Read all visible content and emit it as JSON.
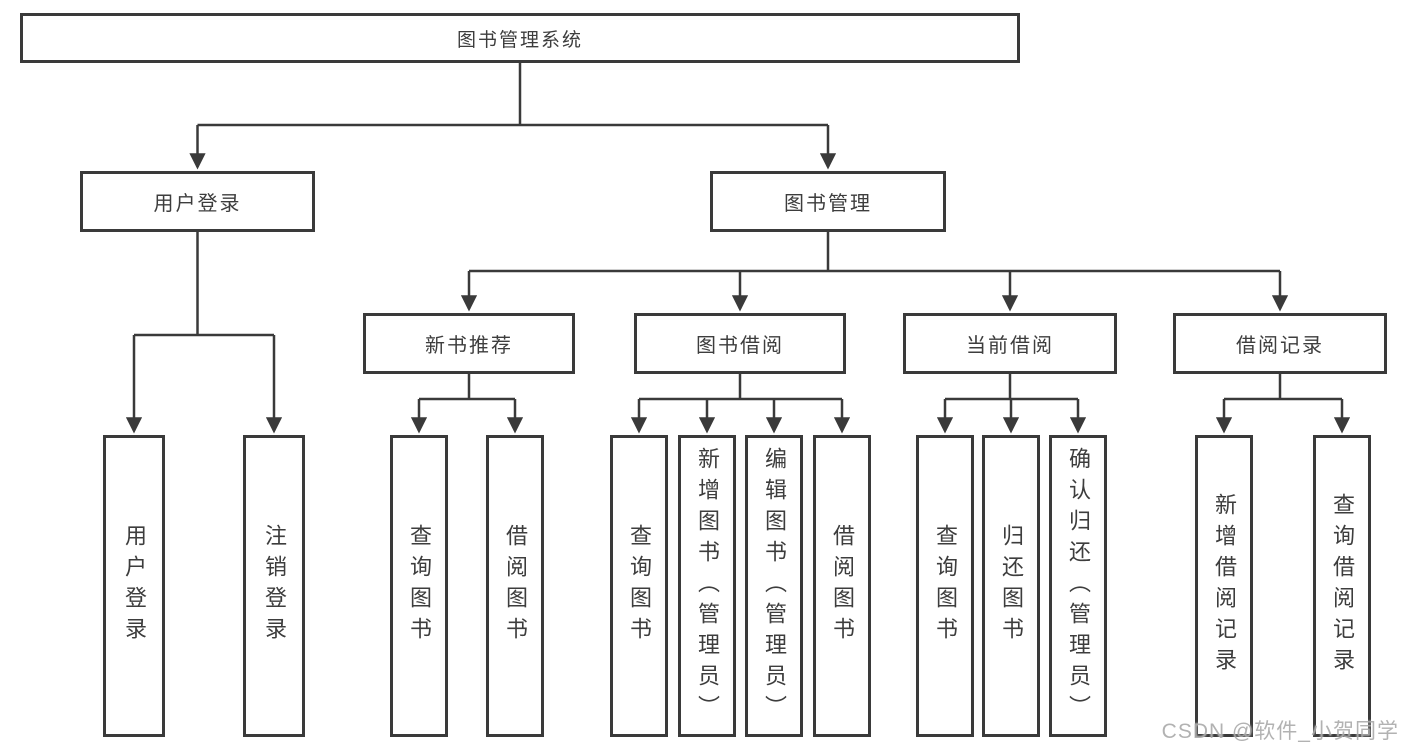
{
  "colors": {
    "line": "#3a3a3a",
    "text": "#3d3d3d",
    "background": "#ffffff",
    "watermark": "#a5a5a5"
  },
  "diagram": {
    "root": {
      "label": "图书管理系统"
    },
    "branches": [
      {
        "label": "用户登录",
        "children": [
          {
            "label": "用户登录"
          },
          {
            "label": "注销登录"
          }
        ]
      },
      {
        "label": "图书管理",
        "groups": [
          {
            "label": "新书推荐",
            "children": [
              {
                "label": "查询图书"
              },
              {
                "label": "借阅图书"
              }
            ]
          },
          {
            "label": "图书借阅",
            "children": [
              {
                "label": "查询图书"
              },
              {
                "label": "新增图书（管理员）"
              },
              {
                "label": "编辑图书（管理员）"
              },
              {
                "label": "借阅图书"
              }
            ]
          },
          {
            "label": "当前借阅",
            "children": [
              {
                "label": "查询图书"
              },
              {
                "label": "归还图书"
              },
              {
                "label": "确认归还（管理员）"
              }
            ]
          },
          {
            "label": "借阅记录",
            "children": [
              {
                "label": "新增借阅记录"
              },
              {
                "label": "查询借阅记录"
              }
            ]
          }
        ]
      }
    ]
  },
  "watermark": {
    "text": "CSDN @软件_小贺同学"
  }
}
